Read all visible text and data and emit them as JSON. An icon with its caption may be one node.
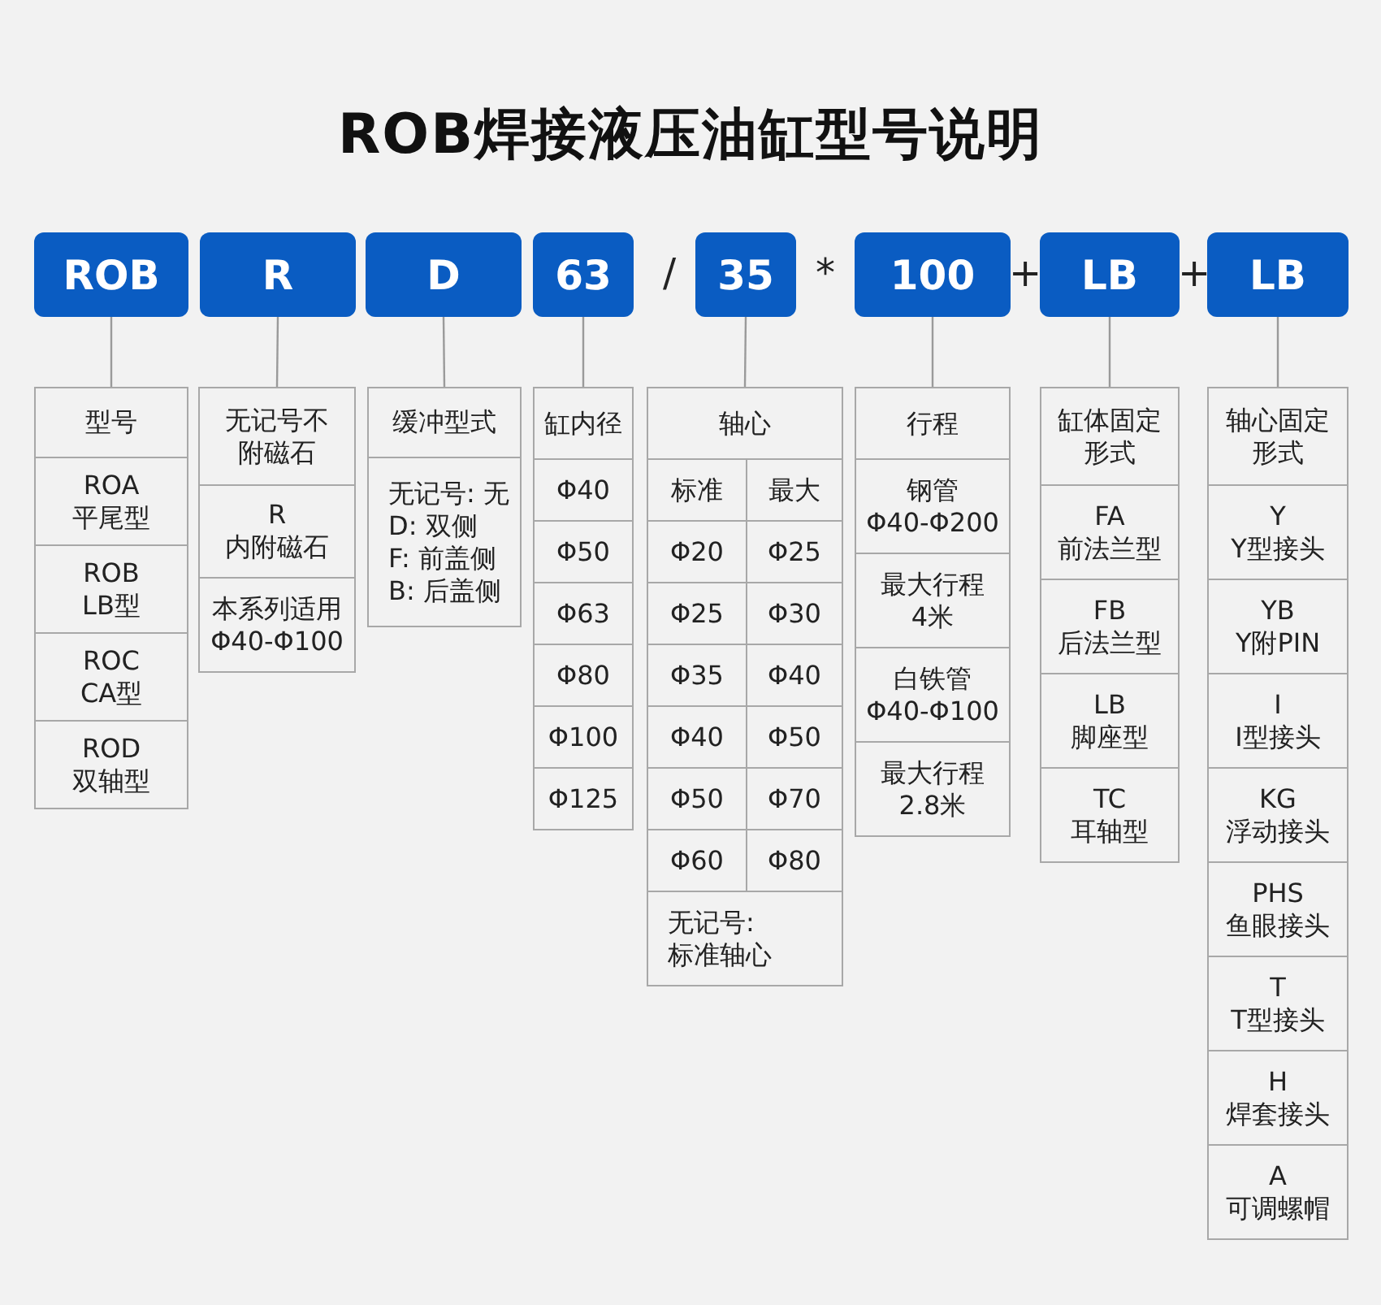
{
  "diagram": {
    "title": "ROB焊接液压油缸型号说明",
    "nodes": [
      {
        "text": [
          "ROB"
        ]
      },
      {
        "text": [
          "R"
        ]
      },
      {
        "text": [
          "D"
        ]
      },
      {
        "text": [
          "63"
        ]
      },
      {
        "text": [
          "35"
        ]
      },
      {
        "text": [
          "100"
        ]
      },
      {
        "text": [
          "LB"
        ]
      },
      {
        "text": [
          "LB"
        ]
      },
      {
        "text": [
          "型号",
          "ROA 平尾型",
          "ROB LB型",
          "ROC CA型",
          "ROD 双轴型"
        ]
      },
      {
        "text": [
          "无记号不附磁石",
          "R 内附磁石",
          "本系列适用 Φ40-Φ100"
        ]
      },
      {
        "text": [
          "缓冲型式",
          "无记号: 无",
          "D: 双侧",
          "F: 前盖侧",
          "B: 后盖侧"
        ]
      },
      {
        "text": [
          "缸内径",
          "Φ40",
          "Φ50",
          "Φ63",
          "Φ80",
          "Φ100",
          "Φ125"
        ]
      },
      {
        "text": [
          "轴心",
          "标准",
          "最大",
          "Φ20",
          "Φ25",
          "Φ25",
          "Φ30",
          "Φ35",
          "Φ40",
          "Φ40",
          "Φ50",
          "Φ50",
          "Φ70",
          "Φ60",
          "Φ80",
          "无记号: 标准轴心"
        ]
      },
      {
        "text": [
          "行程",
          "钢管 Φ40-Φ200",
          "最大行程 4米",
          "白铁管 Φ40-Φ100",
          "最大行程 2.8米"
        ]
      },
      {
        "text": [
          "缸体固定形式",
          "FA 前法兰型",
          "FB 后法兰型",
          "LB 脚座型",
          "TC 耳轴型"
        ]
      },
      {
        "text": [
          "轴心固定形式",
          "Y Y型接头",
          "YB Y附PIN",
          "I I型接头",
          "KG 浮动接头",
          "PHS 鱼眼接头",
          "T T型接头",
          "H 焊套接头",
          "A 可调螺帽"
        ]
      }
    ],
    "edges": [
      {
        "from": 0,
        "to": 8,
        "arrow": "none"
      },
      {
        "from": 1,
        "to": 9,
        "arrow": "none"
      },
      {
        "from": 2,
        "to": 10,
        "arrow": "none"
      },
      {
        "from": 3,
        "to": 11,
        "arrow": "none"
      },
      {
        "from": 4,
        "to": 12,
        "arrow": "none"
      },
      {
        "from": 5,
        "to": 13,
        "arrow": "none"
      },
      {
        "from": 6,
        "to": 14,
        "arrow": "none"
      },
      {
        "from": 7,
        "to": 15,
        "arrow": "none"
      }
    ],
    "labels": [
      "/",
      "*",
      "+",
      "+"
    ]
  }
}
